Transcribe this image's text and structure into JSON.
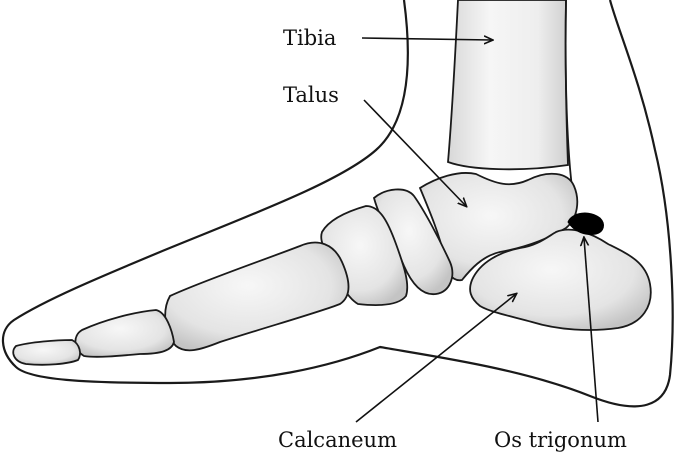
{
  "labels": {
    "tibia": "Tibia",
    "talus": "Talus",
    "calcaneum": "Calcaneum",
    "os_trigonum": "Os trigonum"
  },
  "colors": {
    "line": "#1a1a1a",
    "bone_light": "#f4f4f4",
    "bone_shadow": "#c9c9c9",
    "ossicle": "#000000",
    "background": "#ffffff"
  }
}
